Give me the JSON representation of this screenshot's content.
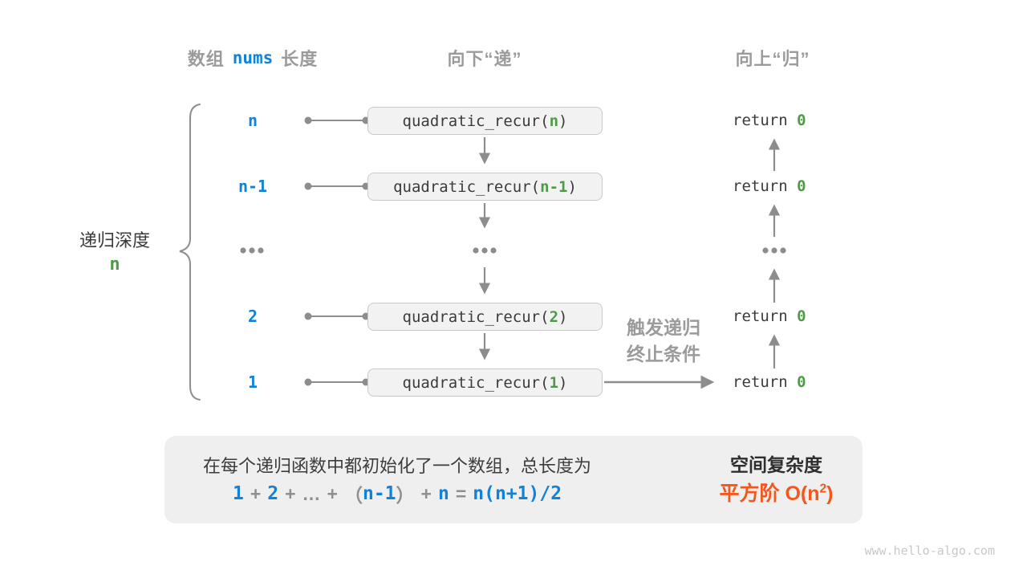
{
  "palette": {
    "blue": "#1182d6",
    "green": "#4e9a47",
    "orange": "#f4561b",
    "gray_text": "#9b9b9b",
    "dark_text": "#3b3b3b",
    "line_gray": "#8d8d8d",
    "box_fill": "#f2f2f2",
    "box_border": "#c9c9c9",
    "panel_fill": "#efefef"
  },
  "headers": {
    "col_depth": {
      "prefix": "数组",
      "code": "nums",
      "suffix": "长度"
    },
    "col_down": "向下“递”",
    "col_up": "向上“归”"
  },
  "depth_panel": {
    "title": "递归深度",
    "value": "n"
  },
  "ellipsis": "...",
  "calls": [
    {
      "depth": "n",
      "fn": "quadratic_recur(",
      "arg": "n",
      "close": ")",
      "ret_kw": "return",
      "ret_val": "0"
    },
    {
      "depth": "n-1",
      "fn": "quadratic_recur(",
      "arg": "n-1",
      "close": ")",
      "ret_kw": "return",
      "ret_val": "0"
    },
    {
      "depth": "2",
      "fn": "quadratic_recur(",
      "arg": "2",
      "close": ")",
      "ret_kw": "return",
      "ret_val": "0"
    },
    {
      "depth": "1",
      "fn": "quadratic_recur(",
      "arg": "1",
      "close": ")",
      "ret_kw": "return",
      "ret_val": "0"
    }
  ],
  "trigger": {
    "line1": "触发递归",
    "line2": "终止条件"
  },
  "summary": {
    "caption": "在每个递归函数中都初始化了一个数组，总长度为",
    "formula": [
      {
        "text": "1",
        "style": "blue"
      },
      {
        "text": "+",
        "style": "op"
      },
      {
        "text": "2",
        "style": "blue"
      },
      {
        "text": "+",
        "style": "op"
      },
      {
        "text": "…",
        "style": "op"
      },
      {
        "text": "+",
        "style": "op"
      },
      {
        "text": "（",
        "style": "op"
      },
      {
        "text": "n-1",
        "style": "blue"
      },
      {
        "text": "）",
        "style": "op"
      },
      {
        "text": "+",
        "style": "op"
      },
      {
        "text": "n",
        "style": "blue"
      },
      {
        "text": "=",
        "style": "op"
      },
      {
        "text": "n(n+1)/2",
        "style": "blue"
      }
    ],
    "result_title": "空间复杂度",
    "result_prefix": "平方阶 O(n",
    "result_sup": "2",
    "result_suffix": ")"
  },
  "watermark": "www.hello-algo.com"
}
